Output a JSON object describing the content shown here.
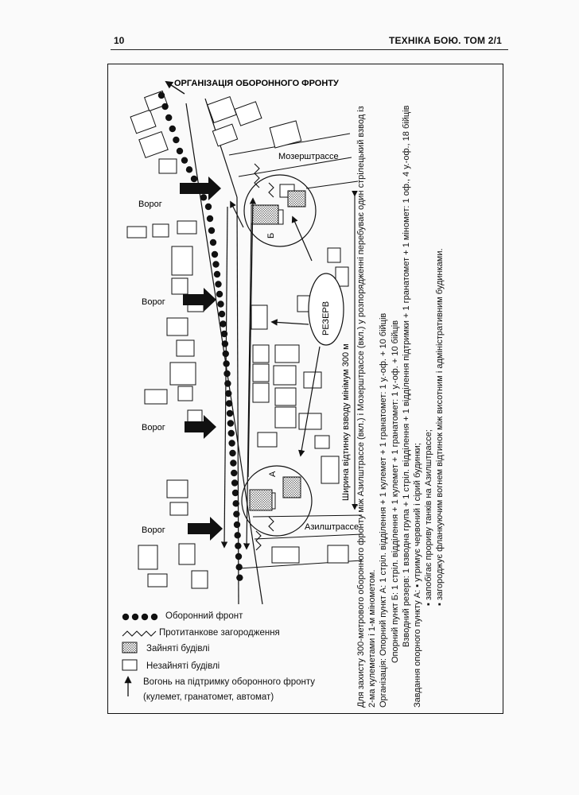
{
  "header": {
    "page_number": "10",
    "running_head": "ТЕХНІКА БОЮ. ТОМ 2/1"
  },
  "map": {
    "title": "ОРГАНІЗАЦІЯ ОБОРОННОГО ФРОНТУ",
    "street_top": "Мозерштрассе",
    "street_bottom": "Азилштрассе",
    "enemy_labels": [
      "Ворог",
      "Ворог",
      "Ворог",
      "Ворог"
    ],
    "point_a": "А",
    "point_b": "Б",
    "reserve": "РЕЗЕРВ",
    "width_note": "Ширина відтинку взводу мінімум 300 м"
  },
  "legend": {
    "front": "Оборонний фронт",
    "antitank": "Протитанкове загородження",
    "occupied": "Зайняті будівлі",
    "unoccupied": "Незайняті будівлі",
    "fire_line1": "Вогонь на підтримку оборонного фронту",
    "fire_line2": "(кулемет, гранатомет, автомат)"
  },
  "text": {
    "intro1": "Для захисту 300-метрового оборонного фронту між Азилштрассе (вкл.) і Мозерштрассе (вкл.) у розпорядженні перебуває один стрілецький взвод із",
    "intro2": "2-ма кулеметами і 1-м мінометом.",
    "org_a": "Організація: Опорний пункт А: 1 стріл. відділення + 1 кулемет + 1 гранатомет: 1 у.-оф. + 10 бійців",
    "org_b": "Опорний пункт Б: 1 стріл. відділення + 1 кулемет + 1 гранатомет: 1 у.-оф. + 10 бійців",
    "org_reserve": "Взводний резерв: 1 взводна група + 1 стріл. відділення + 1 відділення підтримки + 1 гранатомет + 1 міномет: 1 оф., 4 у.-оф., 18 бійців",
    "tasks": "Завдання опорного пункту А: ▪ утримує червоний і сірий будинки;",
    "task2": "▪ запобігає прориву танків на Азилштрассе;",
    "task3": "▪ загороджує фланкуючим вогнем відтинок між висотним і адміністративним будинками."
  }
}
